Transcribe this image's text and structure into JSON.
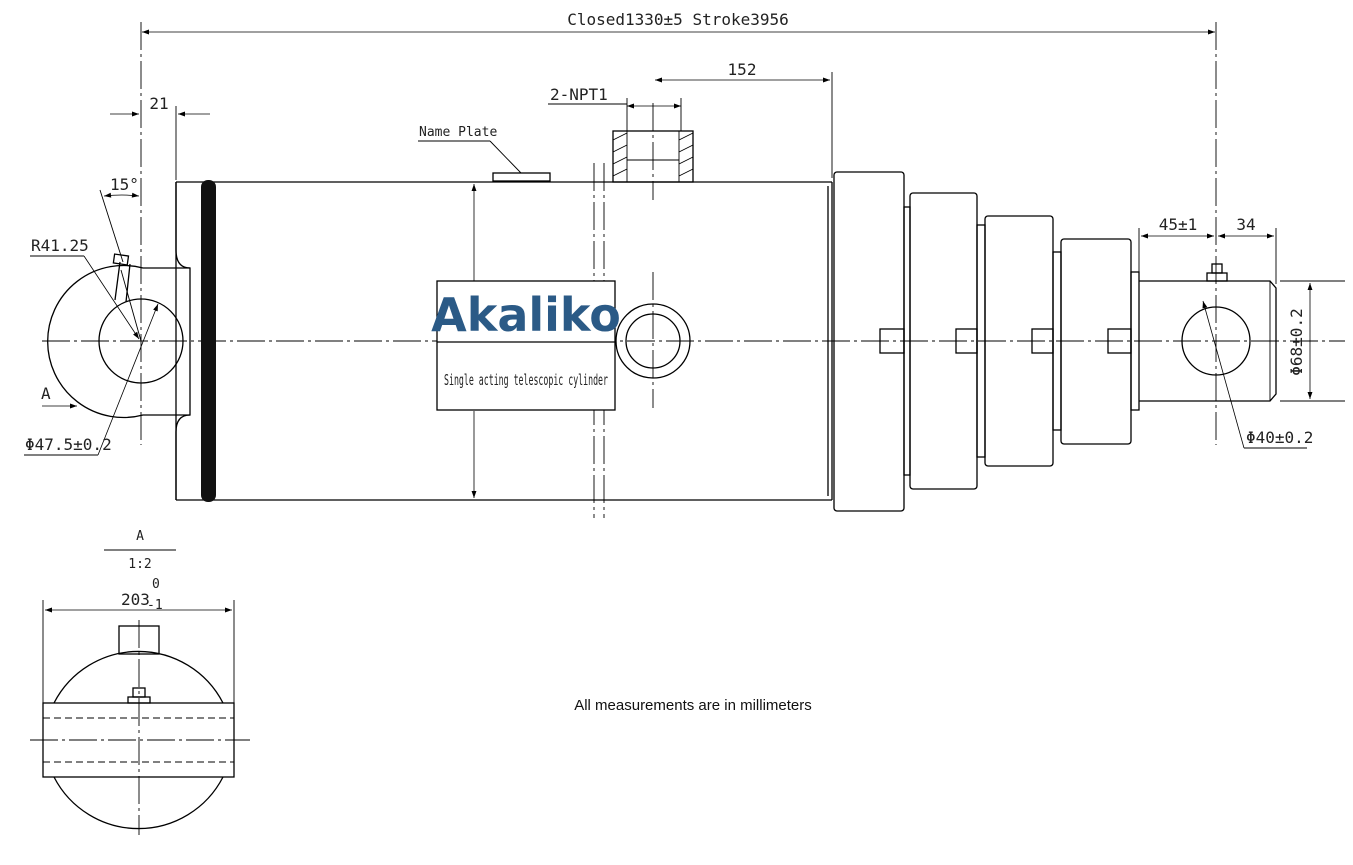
{
  "dimensions": {
    "overall": "Closed1330±5    Stroke3956",
    "port_offset": "152",
    "ports": "2-NPT1",
    "eye_offset": "21",
    "grease_angle": "15°",
    "eye_radius": "R41.25",
    "rod_eye_offset": "45±1",
    "rod_eye_end": "34",
    "rod_diameter": "Φ68±0.2",
    "pin_bore_base": "Φ47.5±0.2",
    "pin_bore_rod": "Φ40±0.2",
    "section_width": "203",
    "section_width_tol_upper": "0",
    "section_width_tol_lower": "-1"
  },
  "labels": {
    "name_plate": "Name Plate",
    "view_arrow": "A",
    "section_title": "A",
    "section_scale": "1:2"
  },
  "brand": {
    "name": "Akaliko",
    "subtitle": "Single acting telescopic cylinder",
    "color": "#2b5a86"
  },
  "note": "All measurements are in millimeters"
}
